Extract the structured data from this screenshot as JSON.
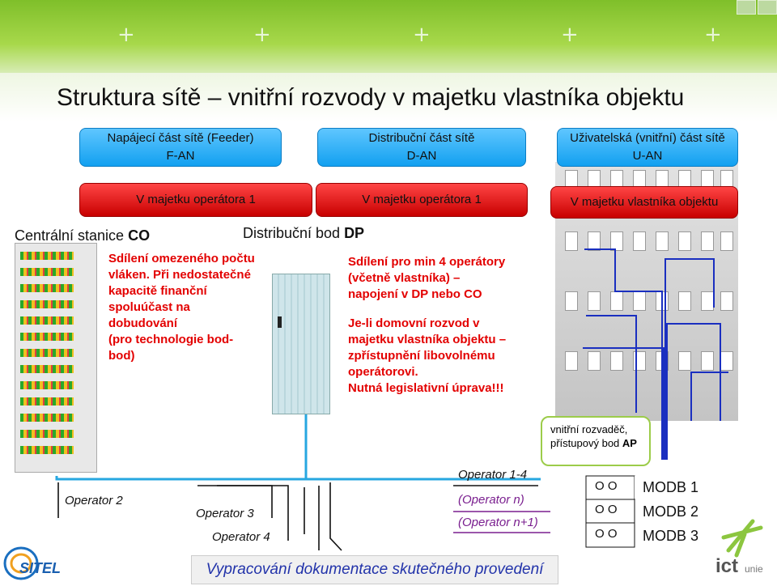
{
  "title": "Struktura sítě – vnitřní rozvody v majetku vlastníka objektu",
  "segments": [
    {
      "line1": "Napájecí část sítě (Feeder)",
      "line2": "F-AN"
    },
    {
      "line1": "Distribuční část sítě",
      "line2": "D-AN"
    },
    {
      "line1": "Uživatelská (vnitřní) část sítě",
      "line2": "U-AN"
    }
  ],
  "ownership": [
    "V majetku operátora 1",
    "V majetku operátora 1",
    "V majetku vlastníka objektu"
  ],
  "central_office": {
    "prefix": "Centrální stanice ",
    "abbr": "CO"
  },
  "distribution_point": {
    "prefix": "Distribuční bod ",
    "abbr": "DP"
  },
  "notes": {
    "co_note": [
      "Sdílení omezeného počtu",
      "vláken. Při nedostatečné",
      "kapacitě finanční",
      "spoluúčast na",
      "dobudování",
      "(pro technologie bod-",
      "bod)"
    ],
    "dp_note": [
      "Sdílení pro min 4 operátory",
      "(včetně vlastníka) –",
      "napojení v DP nebo CO"
    ],
    "dp_note2": [
      "Je-li domovní rozvod v",
      "majetku vlastníka objektu –",
      "zpřístupnění libovolnému",
      "operátorovi.",
      "Nutná legislativní úprava!!!"
    ]
  },
  "access_point": {
    "line1": "vnitřní rozvaděč,",
    "line2_prefix": "přístupový bod ",
    "line2_abbr": "AP"
  },
  "operators": {
    "op2": "Operator  2",
    "op3": "Operator  3",
    "op4": "Operator  4",
    "op14": "Operator  1-4",
    "opn": "(Operator  n)",
    "opn1": "(Operator  n+1)"
  },
  "outlets": [
    {
      "symbols": "O  O",
      "label": "MODB 1"
    },
    {
      "symbols": "O  O",
      "label": "MODB 2"
    },
    {
      "symbols": "O  O",
      "label": "MODB 3"
    }
  ],
  "footer": "Vypracování dokumentace skutečného provedení",
  "logos": {
    "left": "SITEL",
    "right_a": "ict",
    "right_b": "unie"
  },
  "colors": {
    "accent_green": "#8cc63f",
    "segment_blue": "#1aa3f0",
    "owner_red": "#d40000",
    "note_red": "#e30000",
    "fiber_blue": "#1a2fc0",
    "footer_text": "#2233aa"
  }
}
